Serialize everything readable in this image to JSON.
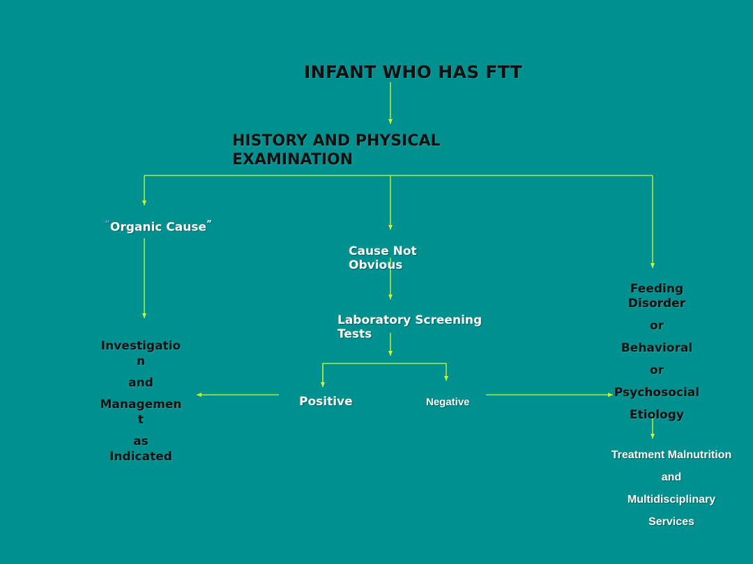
{
  "diagram": {
    "title": "INFANT WHO HAS FTT",
    "history": [
      "HISTORY AND PHYSICAL",
      "EXAMINATION"
    ],
    "organic_cause": {
      "open_quote": "“",
      "label": "Organic Cause",
      "close_quote": "”"
    },
    "cause_not_obvious": [
      "Cause Not",
      "Obvious"
    ],
    "laboratory": [
      "Laboratory Screening",
      "Tests"
    ],
    "positive": "Positive",
    "negative": "Negative",
    "investigation": {
      "line1": "Investigatio",
      "line2": "n",
      "line3": "and",
      "line4": "Managemen",
      "line5": "t",
      "line6": "as",
      "line7": "Indicated"
    },
    "feeding": {
      "line1": "Feeding",
      "line2": "Disorder",
      "line3": "or",
      "line4": "Behavioral",
      "line5": "or",
      "line6": "Psychosocial",
      "line7": "Etiology"
    },
    "treatment": [
      "Treatment Malnutrition",
      "and",
      "Multidisciplinary",
      "Services"
    ]
  },
  "colors": {
    "background": "#009090",
    "arrow": "#ccff33",
    "dark_text": "#111111",
    "light_text": "#ffffff",
    "quote_mark": "#6fa0ff"
  }
}
